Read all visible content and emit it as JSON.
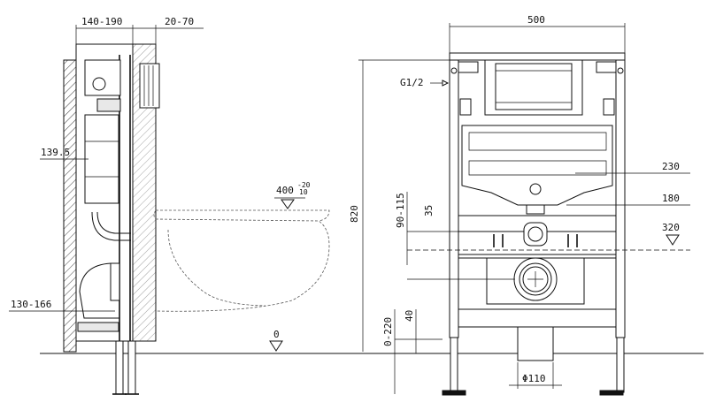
{
  "dimensions": {
    "wall_depth": "140-190",
    "button_depth": "20-70",
    "frame_width": "500",
    "g_half": "G1/2",
    "pipe_height": "139.5",
    "bowl_height": "400",
    "bowl_tol_upper": "-20",
    "bowl_tol_lower": "10",
    "total_height": "820",
    "drain_offset": "130-166",
    "zero_level": "0",
    "dim_230": "230",
    "dim_180": "180",
    "dim_320": "320",
    "dim_90_115": "90-115",
    "dim_35": "35",
    "dim_0_220": "0-220",
    "dim_40": "40",
    "pipe_diameter": "Φ110"
  }
}
